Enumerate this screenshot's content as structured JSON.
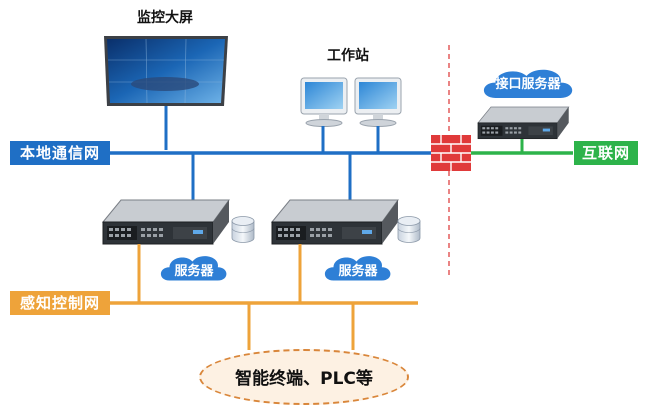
{
  "labels": {
    "monitor_wall": "监控大屏",
    "workstation": "工作站",
    "interface_server": "接口服务器",
    "server_1": "服务器",
    "server_2": "服务器",
    "devices": "智能终端、PLC等"
  },
  "networks": {
    "local": "本地通信网",
    "internet": "互联网",
    "control": "感知控制网"
  },
  "colors": {
    "local_net": "#1f6fc5",
    "internet": "#2db34a",
    "control_net": "#eea33a",
    "firewall": "#e03a3a",
    "cloud": "#2e7fd6",
    "boundary": "#e05050"
  },
  "icons": [
    "monitor-wall-icon",
    "workstation-icon",
    "server-icon",
    "database-icon",
    "cloud-icon",
    "firewall-icon"
  ]
}
